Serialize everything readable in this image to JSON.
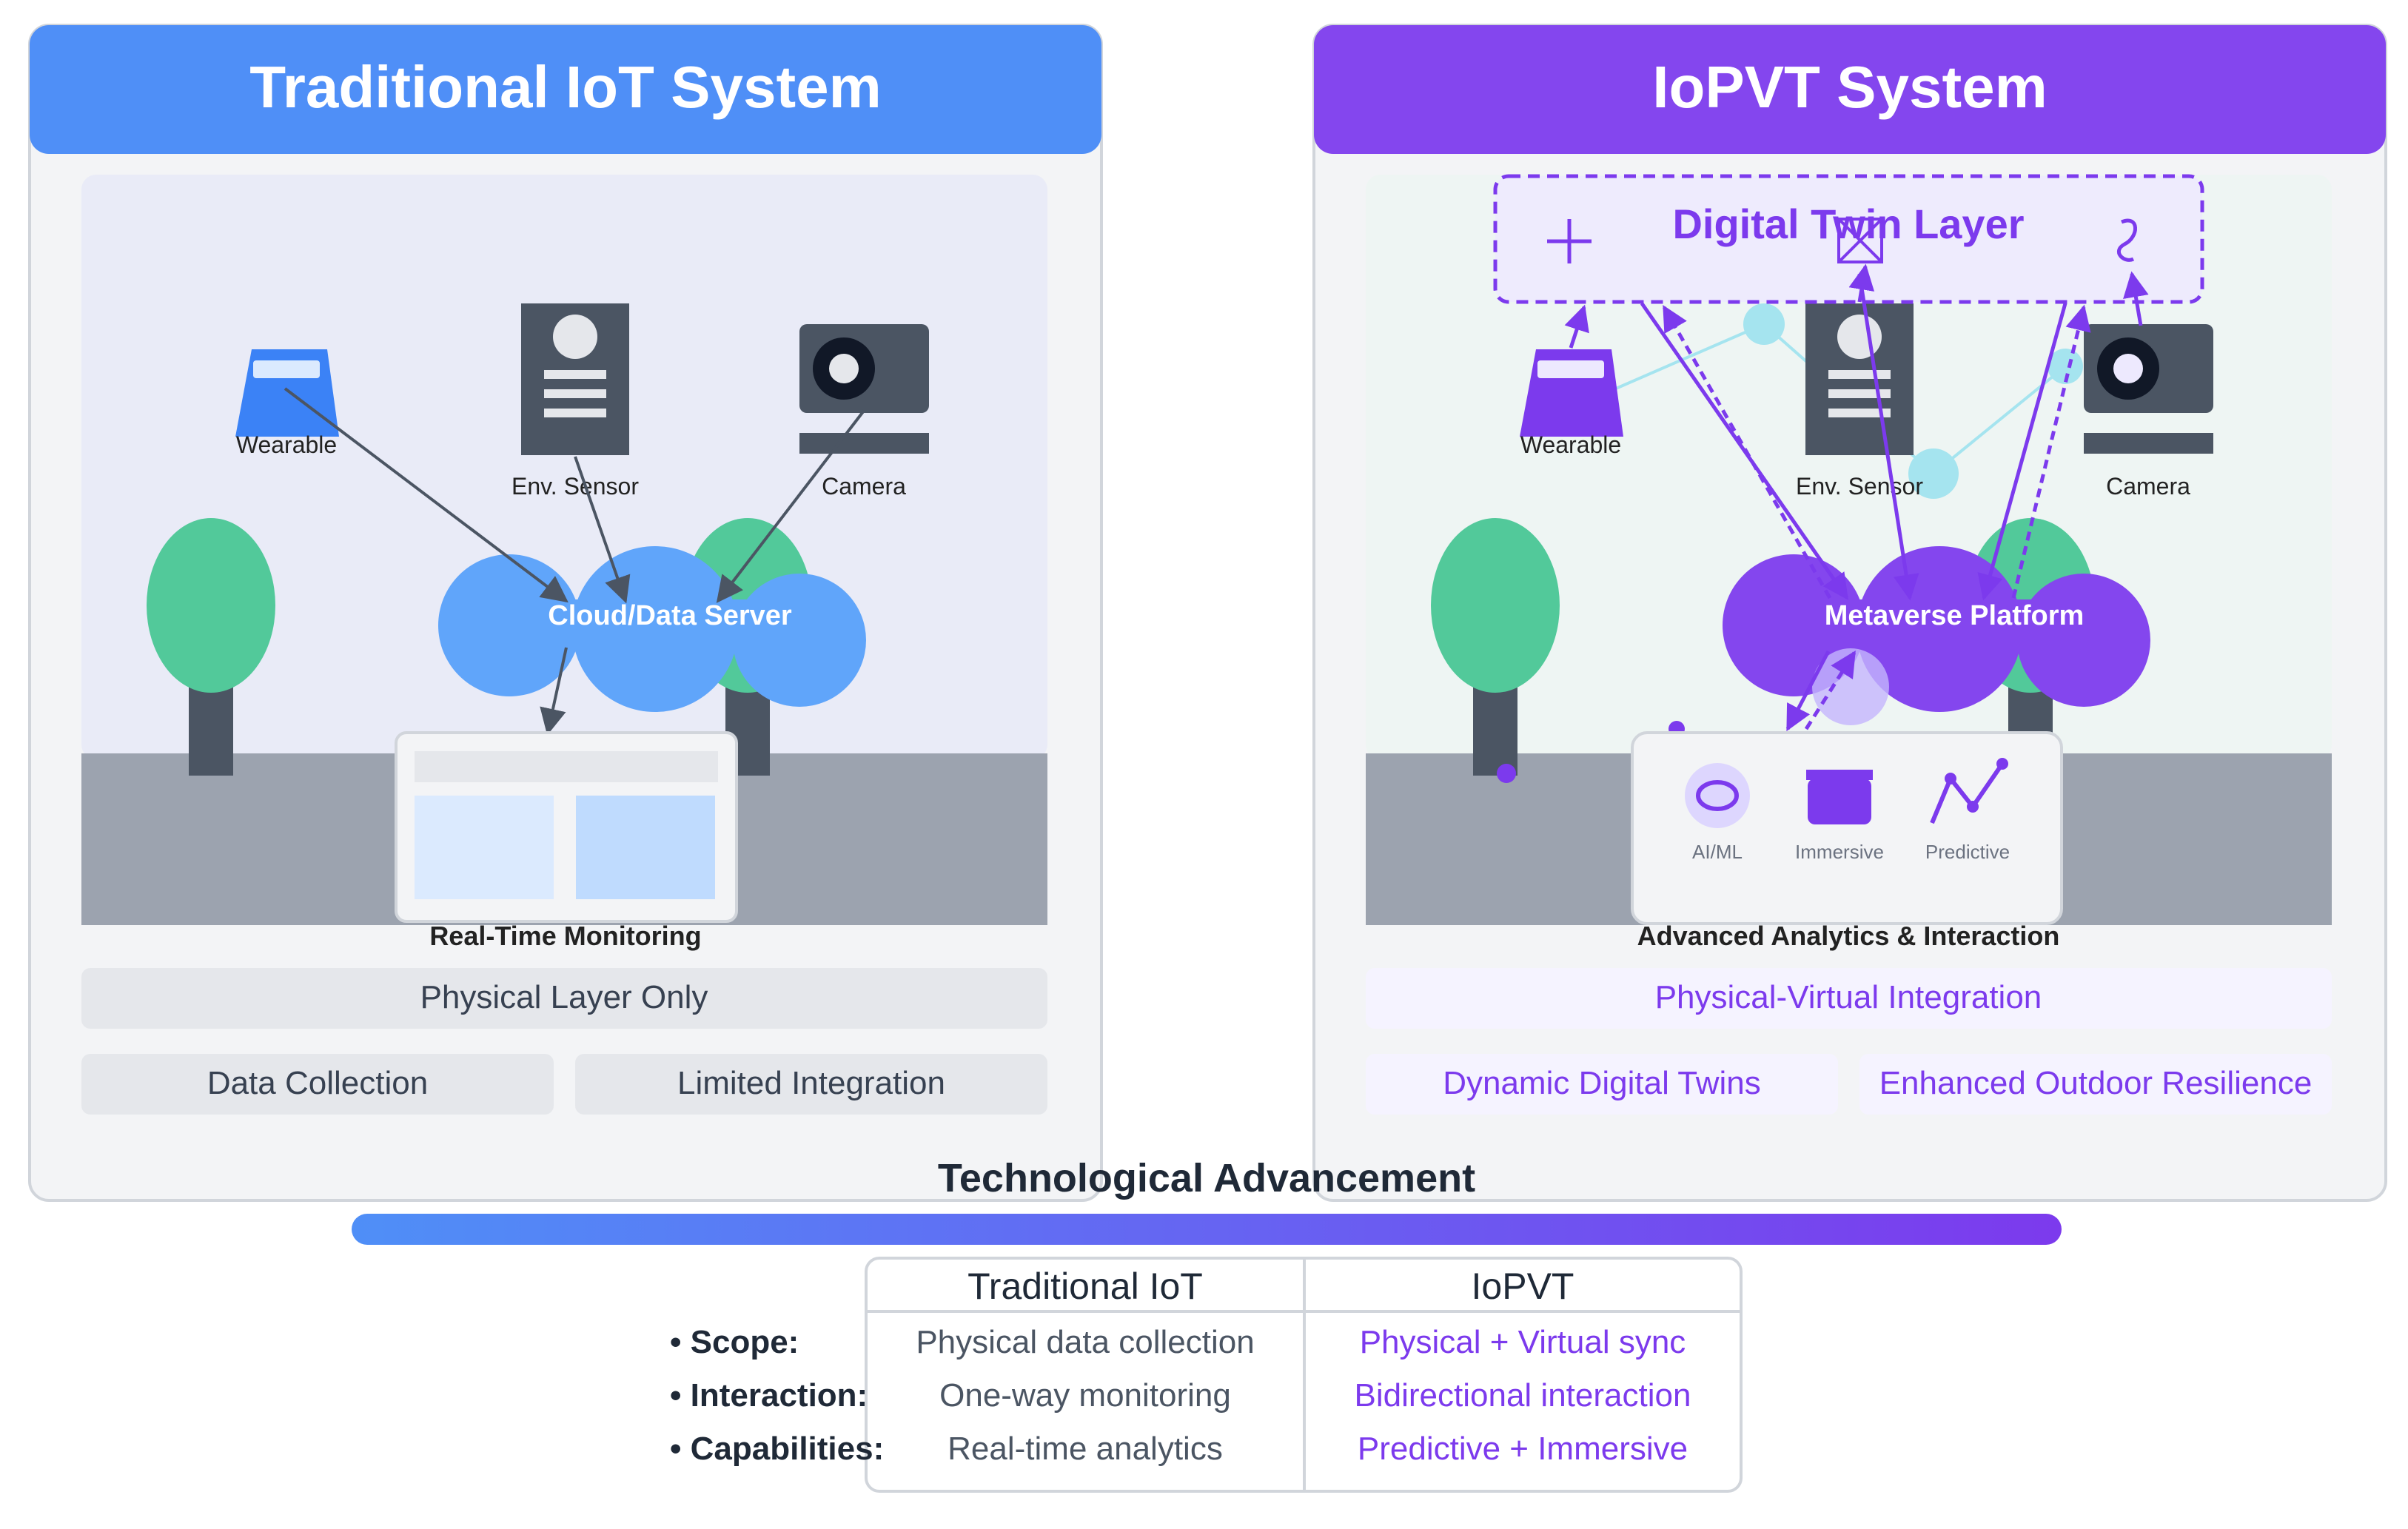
{
  "left_panel": {
    "title": "Traditional IoT System",
    "devices": {
      "wearable": "Wearable",
      "env_sensor": "Env. Sensor",
      "camera": "Camera"
    },
    "hub": "Cloud/Data Server",
    "dashboard_label": "Real-Time Monitoring",
    "layer_label": "Physical Layer Only",
    "features": [
      "Data Collection",
      "Limited Integration"
    ]
  },
  "right_panel": {
    "title": "IoPVT System",
    "twin_layer": "Digital Twin Layer",
    "devices": {
      "wearable": "Wearable",
      "env_sensor": "Env. Sensor",
      "camera": "Camera"
    },
    "hub": "Metaverse Platform",
    "analytics_items": [
      "AI/ML",
      "Immersive",
      "Predictive"
    ],
    "analytics_label": "Advanced Analytics & Interaction",
    "layer_label": "Physical-Virtual Integration",
    "features": [
      "Dynamic Digital Twins",
      "Enhanced Outdoor Resilience"
    ]
  },
  "advancement_label": "Technological Advancement",
  "comparison": {
    "headers": [
      "Traditional IoT",
      "IoPVT"
    ],
    "rows": [
      {
        "label": "• Scope:",
        "traditional": "Physical data collection",
        "iopvt": "Physical + Virtual sync"
      },
      {
        "label": "• Interaction:",
        "traditional": "One-way monitoring",
        "iopvt": "Bidirectional interaction"
      },
      {
        "label": "• Capabilities:",
        "traditional": "Real-time analytics",
        "iopvt": "Predictive + Immersive"
      }
    ]
  },
  "colors": {
    "blue": "#4f8ff7",
    "purple": "#8446ee",
    "purple_text": "#7c3aed",
    "tree": "#52c99a",
    "trunk": "#4b5563",
    "ground": "#9ca3af",
    "device_dark": "#4b5563"
  }
}
